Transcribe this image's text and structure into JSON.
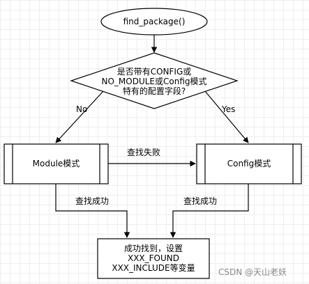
{
  "nodes": {
    "start": "find_package()",
    "decision": [
      "是否带有CONFIG或",
      "NO_MODULE或Config模式",
      "特有的配置字段?"
    ],
    "module_mode": "Module模式",
    "config_mode": "Config模式",
    "result": [
      "成功找到，设置",
      "XXX_FOUND",
      "XXX_INCLUDE等变量"
    ]
  },
  "edges": {
    "no": "No",
    "yes": "Yes",
    "search_fail": "查找失败",
    "search_success_left": "查找成功",
    "search_success_right": "查找成功"
  },
  "watermark": "CSDN @天山老妖",
  "colors": {
    "stroke": "#000000",
    "fill": "#ffffff",
    "watermark": "#888888"
  }
}
